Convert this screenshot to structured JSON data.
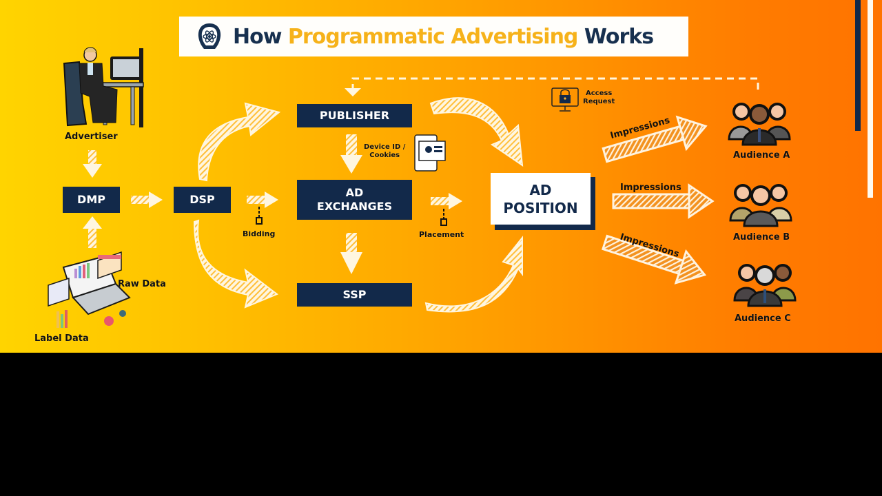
{
  "title": {
    "prefix": "How",
    "highlight": "Programmatic Advertising",
    "suffix": "Works",
    "logo_icon": "brain-atom-head-icon"
  },
  "colors": {
    "navy": "#12294a",
    "title_accent": "#f6b21a",
    "gradient_start": "#ffd400",
    "gradient_end": "#ff7300",
    "arrow_fill": "#fff6e0"
  },
  "actors": {
    "advertiser": {
      "label": "Advertiser",
      "icon": "person-at-desk-icon"
    },
    "raw_data": {
      "label": "Raw Data",
      "icon": "laptop-analytics-icon"
    },
    "label_data": {
      "label": "Label Data"
    }
  },
  "nodes": {
    "dmp": "DMP",
    "dsp": "DSP",
    "publisher": "PUBLISHER",
    "ad_exchanges_line1": "AD",
    "ad_exchanges_line2": "EXCHANGES",
    "ssp": "SSP",
    "ad_position_line1": "AD",
    "ad_position_line2": "POSITION"
  },
  "annotations": {
    "bidding": "Bidding",
    "placement": "Placement",
    "device_line1": "Device ID /",
    "device_line2": "Cookies",
    "access_line1": "Access",
    "access_line2": "Request"
  },
  "impressions": [
    "Impressions",
    "Impressions",
    "Impressions"
  ],
  "audiences": [
    {
      "label": "Audience A",
      "icon": "group-people-icon"
    },
    {
      "label": "Audience B",
      "icon": "group-people-icon"
    },
    {
      "label": "Audience C",
      "icon": "group-people-icon"
    }
  ]
}
